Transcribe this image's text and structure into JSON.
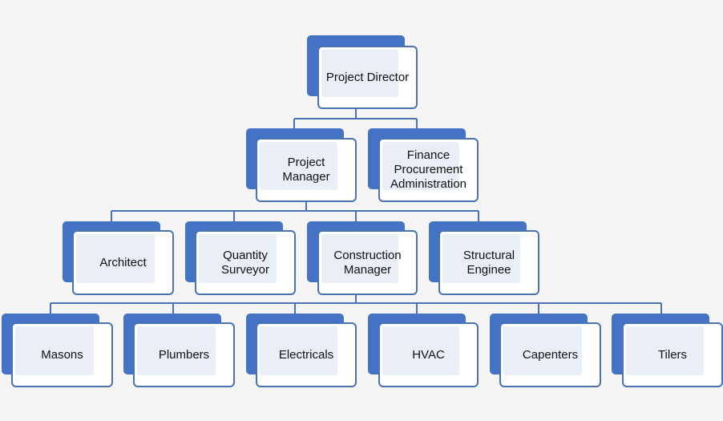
{
  "org_chart": {
    "line_color": "#4a73b6",
    "box_back_color": "#4472c4",
    "box_fill_color": "#e9eef7",
    "nodes": {
      "project_director": "Project Director",
      "project_manager": "Project\nManager",
      "finance": "Finance\nProcurement\nAdministration",
      "architect": "Architect",
      "quantity_surveyor": "Quantity\nSurveyor",
      "construction_manager": "Construction\nManager",
      "structural_engineer": "Structural\nEnginee",
      "masons": "Masons",
      "plumbers": "Plumbers",
      "electricals": "Electricals",
      "hvac": "HVAC",
      "capenters": "Capenters",
      "tilers": "Tilers"
    }
  }
}
